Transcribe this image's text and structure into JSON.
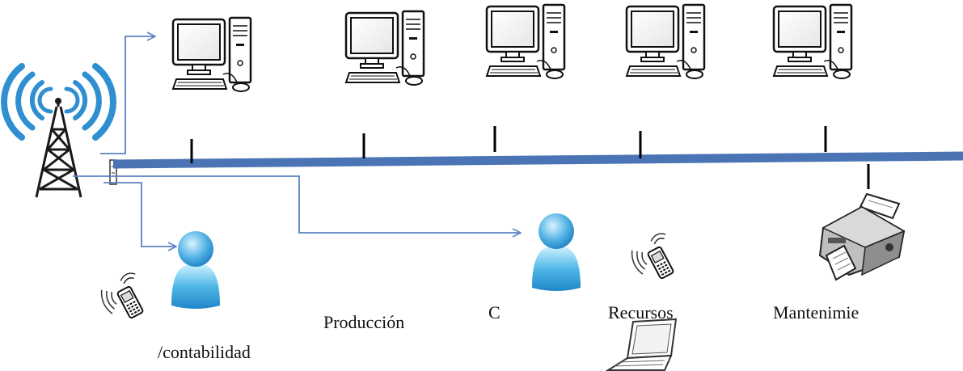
{
  "labels": {
    "contabilidad": "/contabilidad",
    "produccion": "Producción",
    "c": "C",
    "recursos": "Recursos",
    "mantenimiento": "Mantenimie"
  },
  "colors": {
    "backbone": "#4a74b4",
    "arrow": "#5b82c2",
    "signal": "#2f8fd0",
    "person": "#4fb6e6",
    "tower": "#1a1a1a"
  },
  "icons": {
    "tower": "antenna-tower-icon",
    "computer": "desktop-computer-icon",
    "user": "user-icon",
    "phone": "mobile-phone-icon",
    "printer": "printer-icon",
    "laptop": "laptop-icon"
  }
}
